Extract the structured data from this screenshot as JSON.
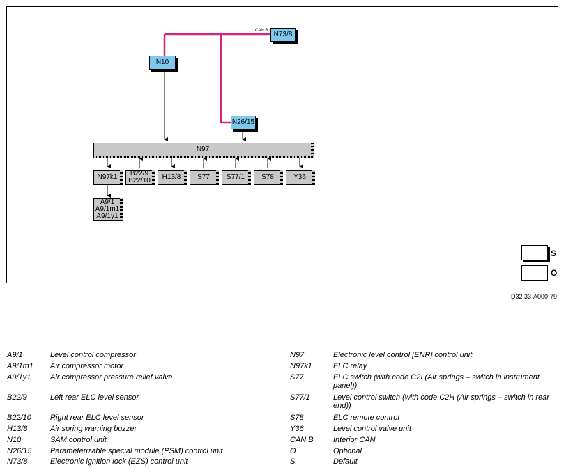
{
  "diagram": {
    "bus_color": "#d6247a",
    "signal_color": "#000000",
    "can_label": "CAN B",
    "nodes": {
      "n73_8": "N73/8",
      "n10": "N10",
      "n26_15": "N26/15",
      "n97": "N97",
      "n97k1": "N97k1",
      "b22": [
        "B22/9",
        "B22/10"
      ],
      "h13_8": "H13/8",
      "s77": "S77",
      "s77_1": "S77/1",
      "s78": "S78",
      "y36": "Y36",
      "a9": [
        "A9/1",
        "A9/1m1",
        "A9/1y1"
      ]
    },
    "key": {
      "standard_letter": "S",
      "optional_letter": "O"
    },
    "colors": {
      "bus_node_fill": "#7ec8ee",
      "component_fill": "#c8c8c8"
    }
  },
  "reference_code": "D32.33-A000-79",
  "legend": {
    "left": [
      {
        "code": "A9/1",
        "desc": "Level control compressor"
      },
      {
        "code": "A9/1m1",
        "desc": "Air compressor motor"
      },
      {
        "code": "A9/1y1",
        "desc": "Air compressor pressure relief valve"
      },
      {
        "code": "B22/9",
        "desc": "Left rear ELC level sensor"
      },
      {
        "code": "B22/10",
        "desc": "Right rear ELC level sensor"
      },
      {
        "code": "H13/8",
        "desc": "Air spring warning buzzer"
      },
      {
        "code": "N10",
        "desc": "SAM control unit"
      },
      {
        "code": "N26/15",
        "desc": "Parameterizable special module (PSM) control unit"
      },
      {
        "code": "N73/8",
        "desc": "Electronic ignition lock (EZS) control unit"
      }
    ],
    "right": [
      {
        "code": "N97",
        "desc": "Electronic level control [ENR] control unit"
      },
      {
        "code": "N97k1",
        "desc": "ELC relay"
      },
      {
        "code": "S77",
        "desc": "ELC switch (with code C2I (Air springs – switch in instrument panel))"
      },
      {
        "code": "S77/1",
        "desc": "Level control switch (with code C2H (Air springs – switch in rear end))"
      },
      {
        "code": "S78",
        "desc": "ELC remote control"
      },
      {
        "code": "Y36",
        "desc": "Level control valve unit"
      },
      {
        "code": "CAN B",
        "desc": "Interior CAN"
      },
      {
        "code": "O",
        "desc": "Optional"
      },
      {
        "code": "S",
        "desc": "Default"
      }
    ]
  }
}
